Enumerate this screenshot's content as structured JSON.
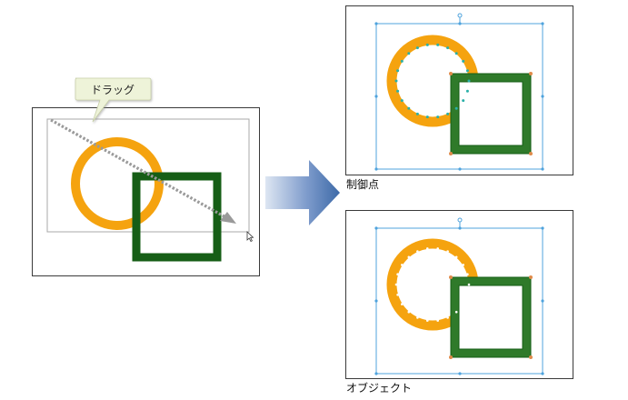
{
  "callout": {
    "label": "ドラッグ"
  },
  "captions": {
    "control_points": "制御点",
    "object": "オブジェクト"
  },
  "colors": {
    "circle": "#f5a30f",
    "square": "#165e16",
    "square_inner": "#2f7a2a",
    "selection_guide": "#4fa3dd",
    "drag_arrow": "#9a9a9a",
    "callout_fill": "#eef3d9",
    "arrow_gradient_start": "#c9d6e8",
    "arrow_gradient_end": "#3d6aa8",
    "control_point": "#2ab0a8",
    "anchor_point": "#e08a4a"
  },
  "icons": [
    "mouse-cursor-icon",
    "right-arrow-icon",
    "drag-arrow-icon"
  ]
}
